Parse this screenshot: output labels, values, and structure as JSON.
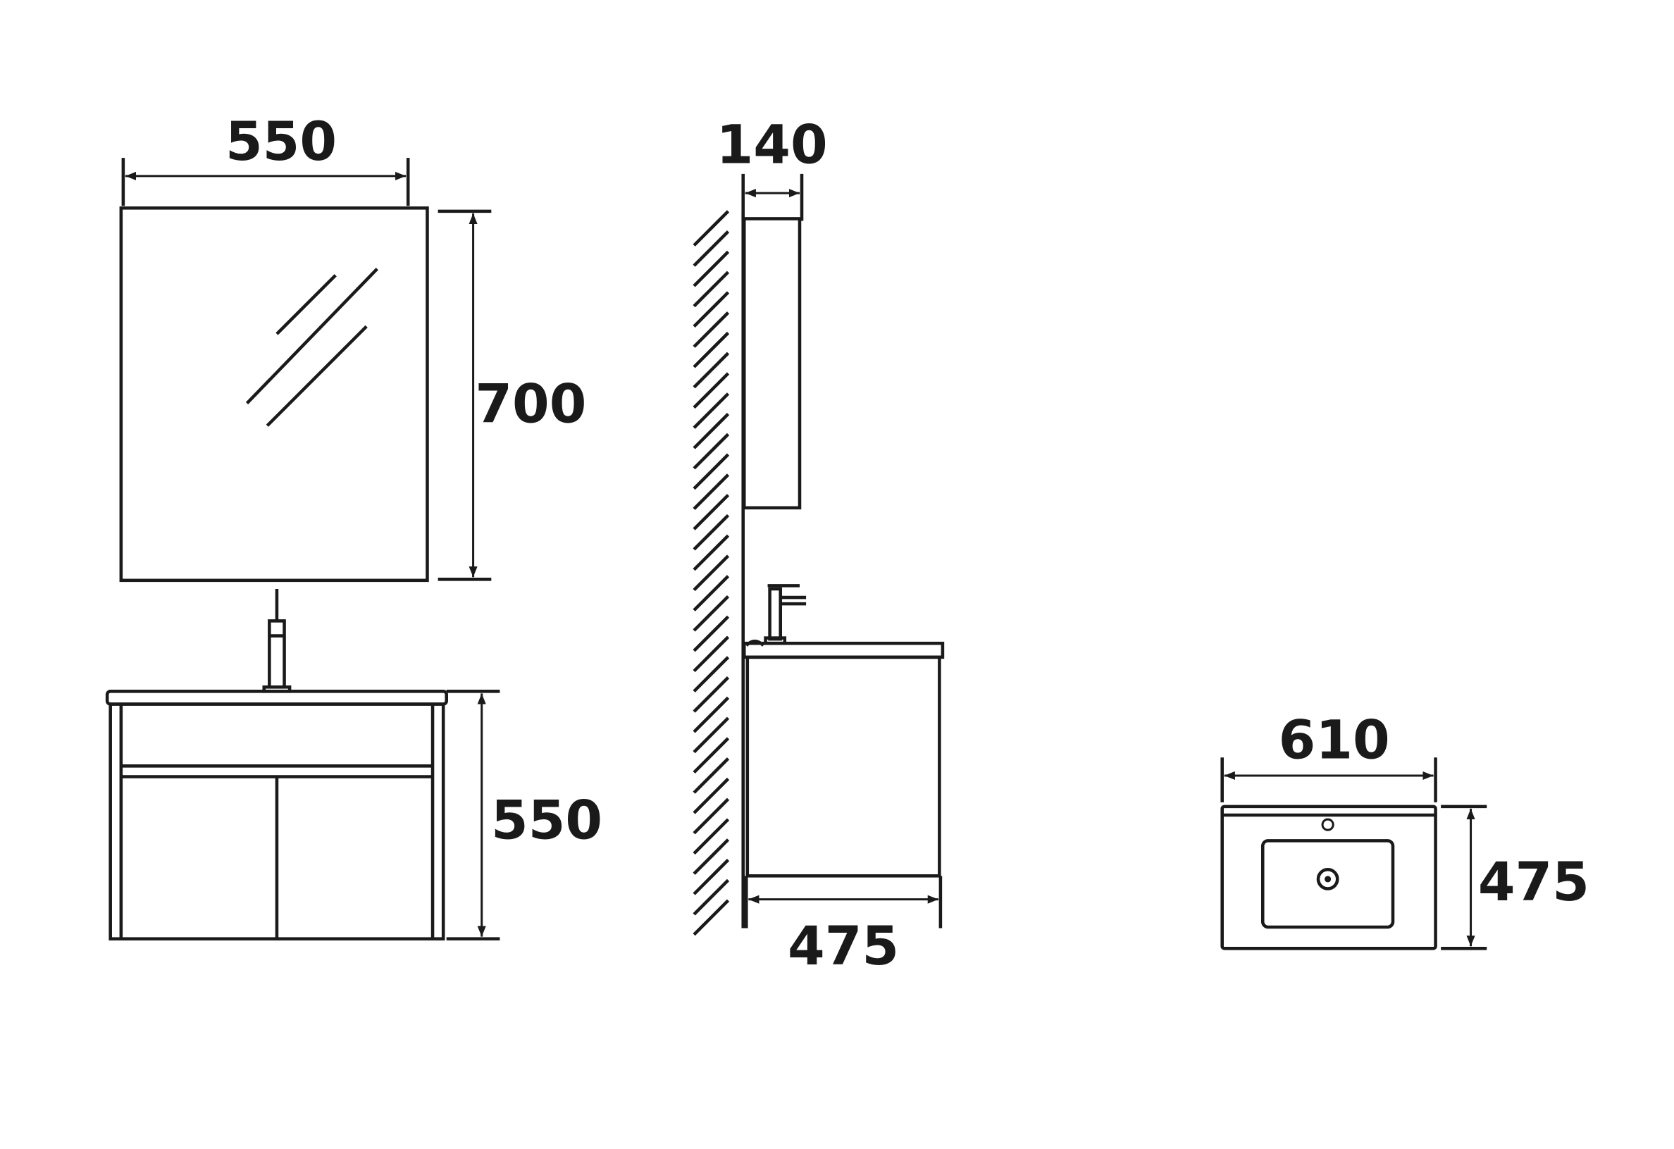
{
  "dimensions": {
    "mirror_width": "550",
    "mirror_height": "700",
    "cabinet_height": "550",
    "mirror_depth": "140",
    "cabinet_depth": "475",
    "basin_width": "610",
    "basin_depth": "475"
  },
  "colors": {
    "line": "#1a1a1a",
    "background": "#ffffff"
  }
}
